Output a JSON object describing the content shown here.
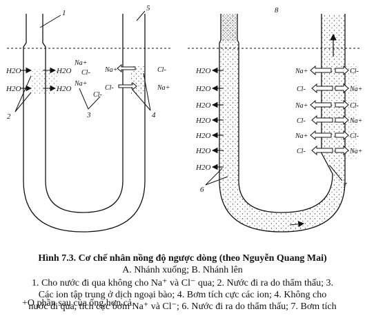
{
  "figure": {
    "callouts": [
      "1",
      "2",
      "3",
      "4",
      "5",
      "6",
      "7",
      "8"
    ],
    "left_inner_molecules": [
      "H2O",
      "H2O",
      "H2O",
      "H2O"
    ],
    "center_ions": [
      "Na+",
      "Cl-",
      "Na+",
      "Cl-"
    ],
    "left_right_inner": [
      "Na+",
      "Cl-"
    ],
    "left_right_outer": [
      "Cl-",
      "Na+"
    ],
    "right_water": [
      "H2O",
      "H2O",
      "H2O",
      "H2O",
      "H2O",
      "H2O",
      "H2O"
    ],
    "right_inner_ions": [
      "Na+",
      "Cl-",
      "Na+",
      "Cl-",
      "Na+",
      "Cl-"
    ],
    "right_outer_ions": [
      "Cl-",
      "Na+",
      "Cl-",
      "Na+",
      "Cl-",
      "Na+"
    ]
  },
  "caption": {
    "title": "Hình 7.3. Cơ chế nhân nồng độ ngược dòng (theo Nguyễn Quang Mai)",
    "subtitle": "A. Nhánh xuống; B. Nhánh lên",
    "line1": "1. Cho nước đi qua không cho Na⁺ và Cl⁻ qua; 2. Nước đi ra do thẩm thấu; 3.",
    "line2": "Các ion tập trung ở dịch ngoại bào; 4. Bơm tích cực các ion; 4. Không cho",
    "line3": "nước đi qua, tích cực bơm Na⁺ và Cl⁻; 6. Nước đi ra do thẩm thấu; 7. Bơm tích",
    "line4": "+O phần sau của ống hơn cả."
  },
  "colors": {
    "ink": "#111111",
    "stipple": "#444444"
  }
}
